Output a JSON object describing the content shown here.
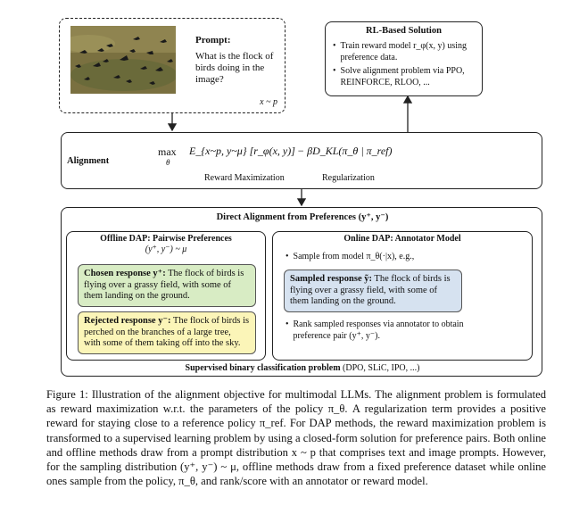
{
  "prompt_box": {
    "title": "Prompt:",
    "text": "What is the flock of birds doing in the image?",
    "dist": "x ~ p"
  },
  "rl_box": {
    "title": "RL-Based Solution",
    "bullets": [
      "Train reward model r_φ(x, y) using preference data.",
      "Solve alignment problem via PPO, REINFORCE, RLOO, ..."
    ]
  },
  "alignment": {
    "label": "Alignment",
    "max": "max",
    "theta": "θ",
    "expectation": "E_{x~p, y~μ} [r_φ(x, y)]",
    "minus_term": "− βD_KL(π_θ | π_ref)",
    "reward_label": "Reward Maximization",
    "reg_label": "Regularization"
  },
  "dap": {
    "title": "Direct Alignment from Preferences (y⁺, y⁻)",
    "offline": {
      "title": "Offline DAP: Pairwise Preferences",
      "subtitle": "(y⁺, y⁻) ~ μ",
      "chosen_label": "Chosen response y⁺:",
      "chosen_text": " The flock of birds is flying over a grassy field, with some of them landing on the ground.",
      "rejected_label": "Rejected response y⁻:",
      "rejected_text": " The flock of birds is perched on the branches of a large tree, with some of them taking off into the sky."
    },
    "online": {
      "title": "Online DAP: Annotator Model",
      "bullet1": "Sample from model π_θ(·|x), e.g.,",
      "sampled_label": "Sampled response ỹ:",
      "sampled_text": " The flock of birds is flying over a grassy field, with some of them landing on the ground.",
      "bullet2": "Rank sampled responses via annotator to obtain preference pair (y⁺, y⁻)."
    },
    "footer_bold": "Supervised binary classification problem",
    "footer_rest": " (DPO, SLiC, IPO, ...)"
  },
  "caption": {
    "label": "Figure 1:",
    "text": " Illustration of the alignment objective for multimodal LLMs. The alignment problem is formulated as reward maximization w.r.t. the parameters of the policy π_θ. A regularization term provides a positive reward for staying close to a reference policy π_ref. For DAP methods, the reward maximization problem is transformed to a supervised learning problem by using a closed-form solution for preference pairs. Both online and offline methods draw from a prompt distribution x ~ p that comprises text and image prompts. However, for the sampling distribution (y⁺, y⁻) ~ μ, offline methods draw from a fixed preference dataset while online ones sample from the policy, π_θ, and rank/score with an annotator or reward model."
  },
  "colors": {
    "green": "#d8ecc4",
    "yellow": "#fbf5b8",
    "blue": "#d6e2f0"
  }
}
